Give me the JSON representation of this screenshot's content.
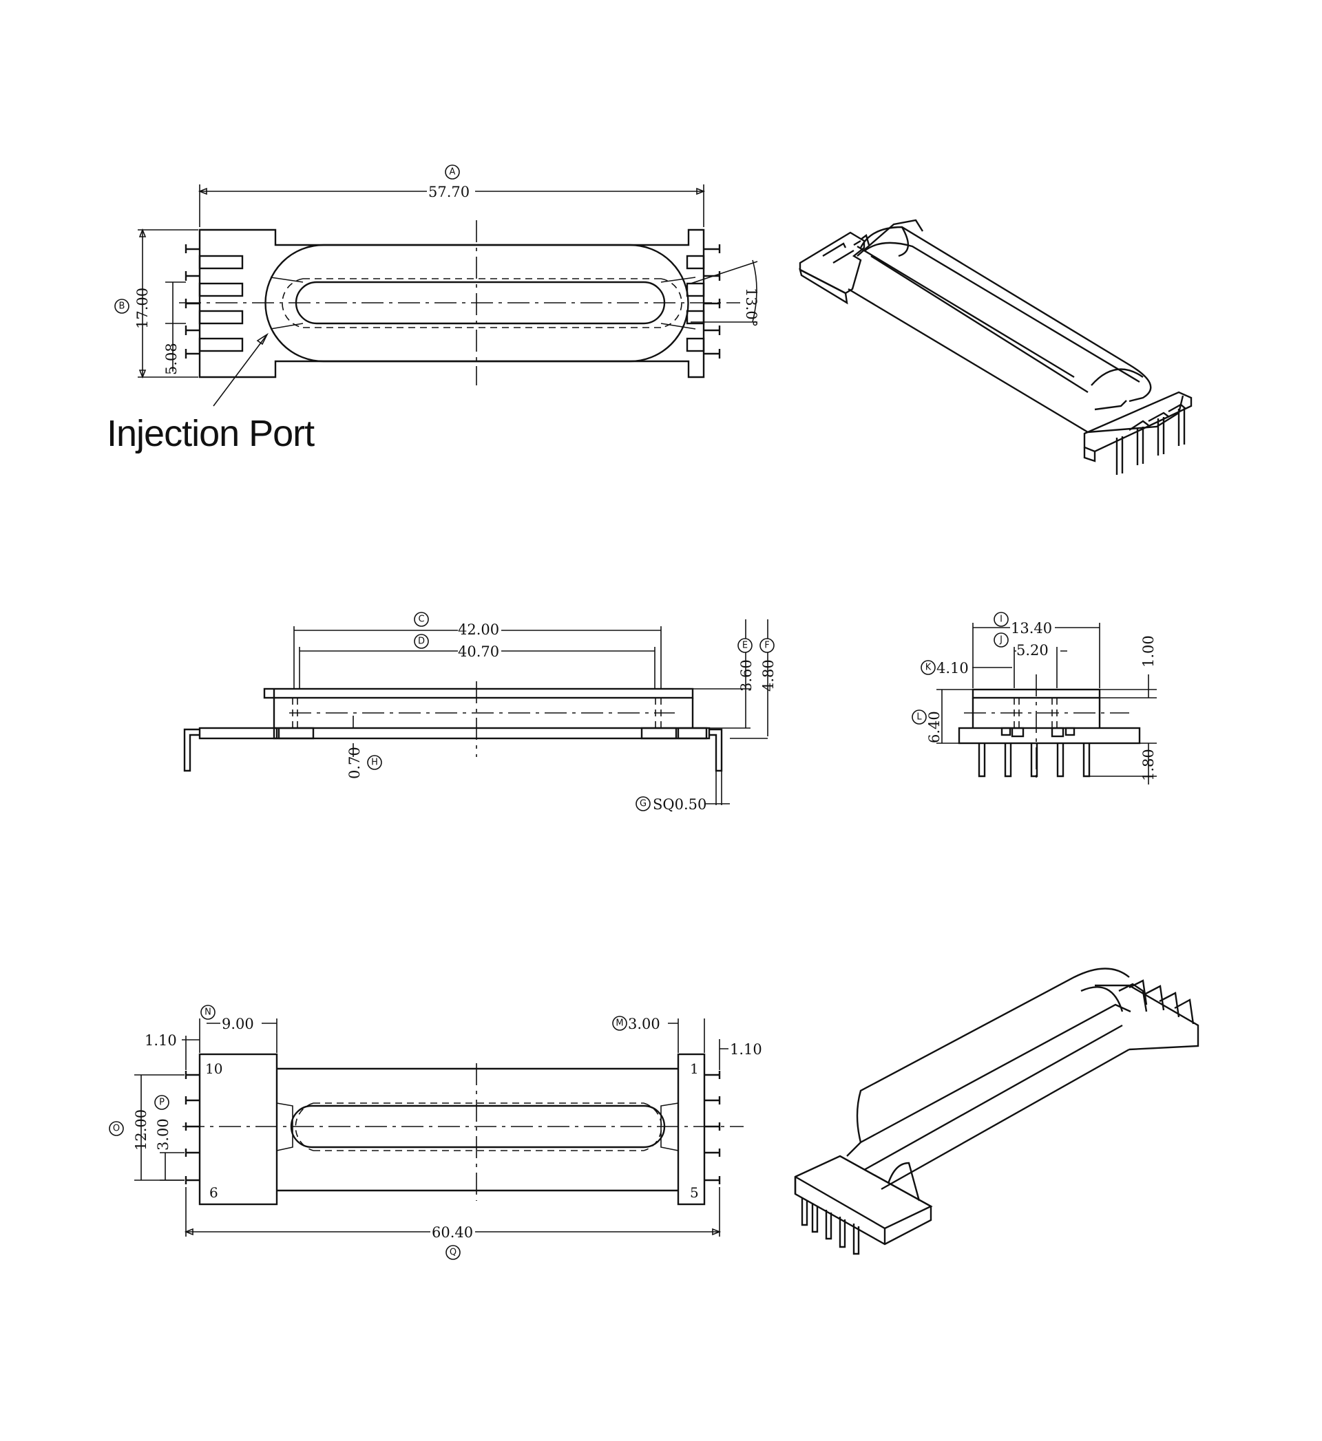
{
  "annotations": {
    "injection_port": "Injection Port"
  },
  "top_view": {
    "length": {
      "letter": "A",
      "value": "57.70"
    },
    "height": {
      "letter": "B",
      "value": "17.00"
    },
    "pitch": {
      "value": "5.08"
    },
    "angle": {
      "value": "13.0°"
    }
  },
  "side_view": {
    "flange_span": {
      "letter": "C",
      "value": "42.00"
    },
    "window": {
      "letter": "D",
      "value": "40.70"
    },
    "thickness_1": {
      "letter": "E",
      "value": "3.60"
    },
    "thickness_2": {
      "letter": "F",
      "value": "4.80"
    },
    "pin_gap": {
      "letter": "H",
      "value": "0.70"
    },
    "pin_size": {
      "letter": "G",
      "value": "SQ0.50"
    }
  },
  "end_view": {
    "width": {
      "letter": "I",
      "value": "13.40"
    },
    "core_width": {
      "letter": "J",
      "value": "5.20"
    },
    "offset": {
      "letter": "K",
      "value": "4.10"
    },
    "height": {
      "letter": "L",
      "value": "6.40"
    },
    "top_gap": {
      "value": "1.00"
    },
    "pin_length": {
      "value": "1.80"
    }
  },
  "bottom_view": {
    "left_flange": {
      "letter": "N",
      "value": "9.00"
    },
    "right_flange": {
      "letter": "M",
      "value": "3.00"
    },
    "pin_inset_left": {
      "value": "1.10"
    },
    "pin_inset_right": {
      "value": "1.10"
    },
    "pin_span": {
      "letter": "O",
      "value": "12.00"
    },
    "pitch": {
      "letter": "P",
      "value": "3.00"
    },
    "overall": {
      "letter": "Q",
      "value": "60.40"
    },
    "pin_labels": {
      "p10": "10",
      "p6": "6",
      "p1": "1",
      "p5": "5"
    }
  }
}
